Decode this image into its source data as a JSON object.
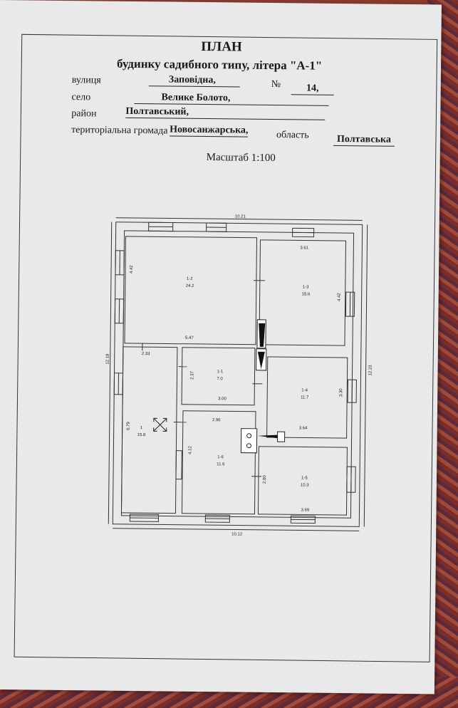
{
  "header": {
    "title": "ПЛАН",
    "subtitle": "будинку садибного типу,  літера \"А-1\""
  },
  "fields": {
    "street_label": "вулиця",
    "street_value": "Заповідна,",
    "number_label": "№",
    "number_value": "14,",
    "village_label": "село",
    "village_value": "Велике Болото,",
    "district_label": "район",
    "district_value": "Полтавський,",
    "community_label": "територіальна громада",
    "community_value": "Новосанжарська,",
    "region_label": "область",
    "region_value": "Полтавська"
  },
  "scale": "Масштаб 1:100",
  "plan": {
    "overall": {
      "top": "10.21",
      "bottom": "10.12",
      "left": "12.19",
      "right": "12.23"
    },
    "rooms": [
      {
        "id": "1-2",
        "area": "24.2"
      },
      {
        "id": "1-3",
        "area": "15.6"
      },
      {
        "id": "1-1",
        "area": "7.0"
      },
      {
        "id": "1-4",
        "area": "11.7"
      },
      {
        "id": "1",
        "area": "15.8"
      },
      {
        "id": "1-6",
        "area": "11.6"
      },
      {
        "id": "1-5",
        "area": "10.3"
      }
    ],
    "dims": {
      "d1": "4.42",
      "d2": "5.47",
      "d3": "3.61",
      "d4": "4.42",
      "d5": "2.33",
      "d6": "2.37",
      "d7": "3.00",
      "d8": "6.79",
      "d9": "3.30",
      "d10": "3.64",
      "d11": "2.96",
      "d12": "4.12",
      "d13": "2.80",
      "d14": "3.69"
    }
  }
}
